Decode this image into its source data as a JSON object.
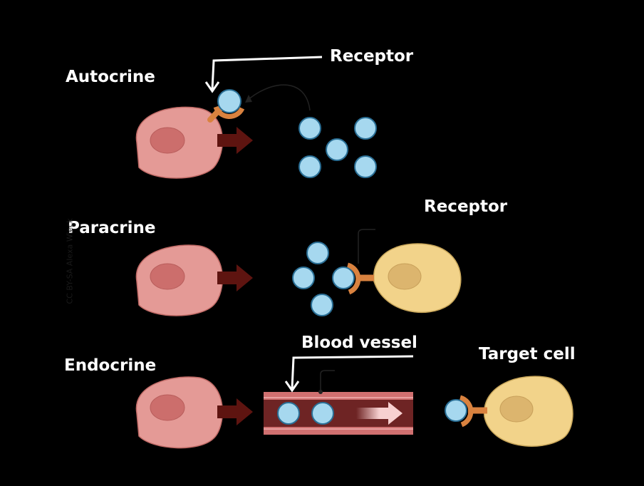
{
  "labels": {
    "autocrine": "Autocrine",
    "paracrine": "Paracrine",
    "endocrine": "Endocrine",
    "receptor_top": "Receptor",
    "receptor_mid": "Receptor",
    "blood_vessel": "Blood vessel",
    "target_cell": "Target cell"
  },
  "watermark": "CC BY-SA Alexa Wieck",
  "colors": {
    "background": "#000000",
    "secreting_cell": "#e49a96",
    "target_cell": "#f2d38a",
    "ligand": "#a6d8ef",
    "receptor": "#d9823f",
    "arrow": "#5e1410",
    "vessel": "#6e2424"
  }
}
